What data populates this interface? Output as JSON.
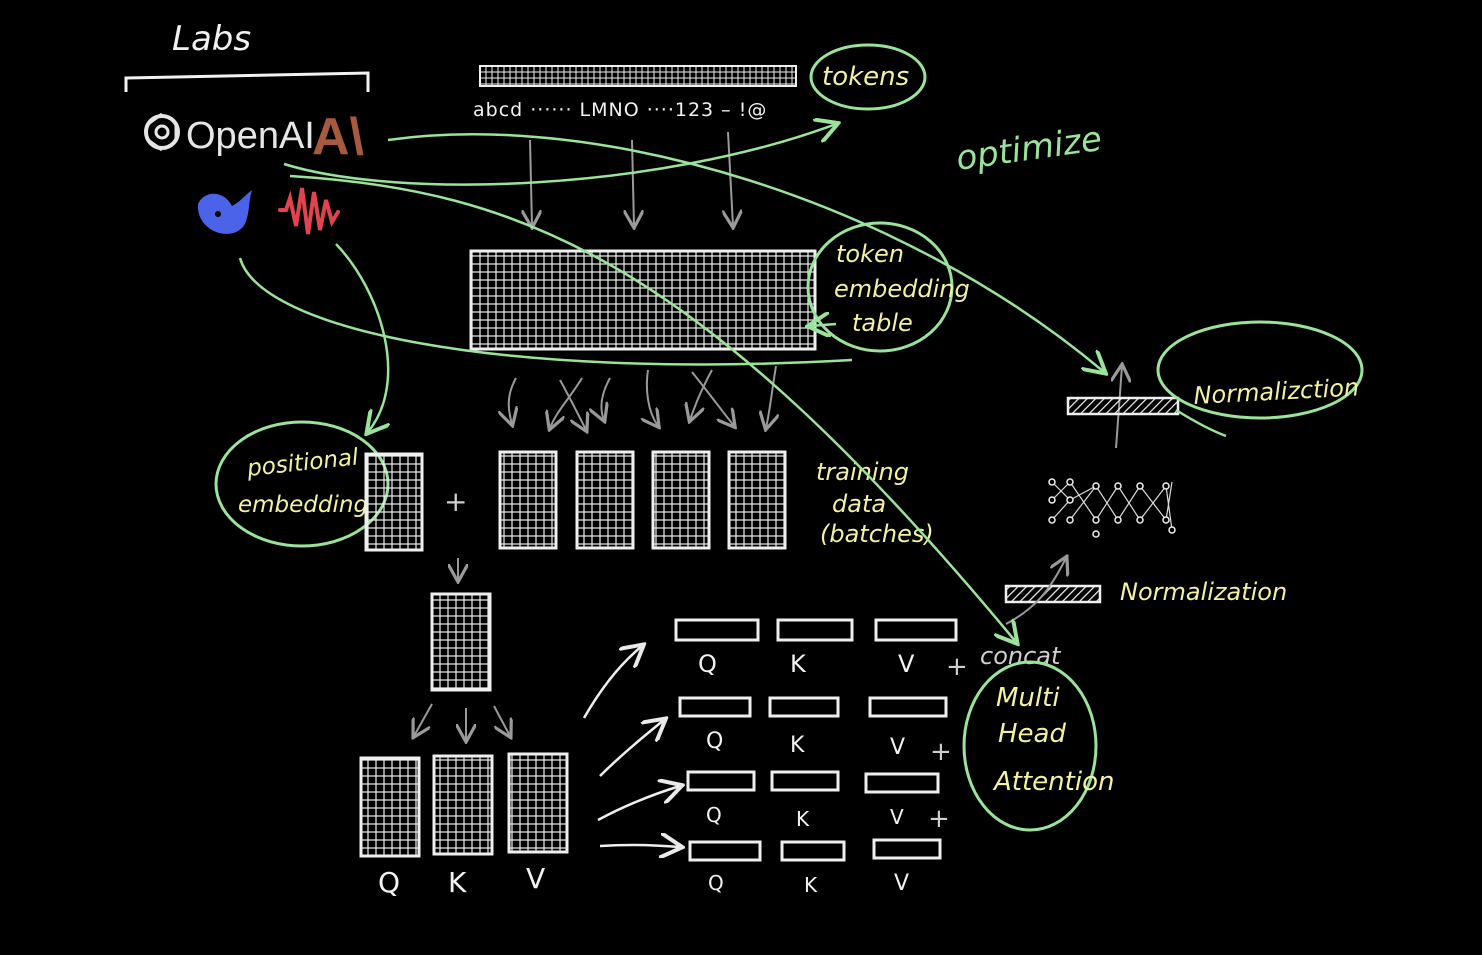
{
  "labs": {
    "title": "Labs",
    "openai": "OpenAI",
    "anthropic": "A\\"
  },
  "tokens": {
    "sequence": "abcd ······ LMNO ····123 – !@",
    "label": "tokens"
  },
  "optimize": "optimize",
  "embedding_table": {
    "line1": "token",
    "line2": "embedding",
    "line3": "table"
  },
  "positional": {
    "line1": "positional",
    "line2": "embedding"
  },
  "training": {
    "line1": "training",
    "line2": "data",
    "line3": "(batches)"
  },
  "plus": "+",
  "qkv": [
    "Q",
    "K",
    "V"
  ],
  "heads": [
    [
      "Q",
      "K",
      "V"
    ],
    [
      "Q",
      "K",
      "V"
    ],
    [
      "Q",
      "K",
      "V"
    ],
    [
      "Q",
      "K",
      "V"
    ]
  ],
  "concat": "concat",
  "mha": {
    "line1": "Multi",
    "line2": "Head",
    "line3": "Attention"
  },
  "normalization_top": "Normalizction",
  "normalization_bottom": "Normalization",
  "colors": {
    "background": "#000000",
    "chalk_white": "#f2f2f2",
    "chalk_yellow": "#f4f1a1",
    "chalk_green": "#9be39a",
    "openai_gray": "#e6e6e6",
    "anthropic_brown": "#a85a3c",
    "deepseek_blue": "#4a63e8",
    "wave_red": "#e0454f"
  },
  "icons": [
    "openai-logo-icon",
    "anthropic-logo-icon",
    "deepseek-whale-icon",
    "sound-wave-icon"
  ]
}
